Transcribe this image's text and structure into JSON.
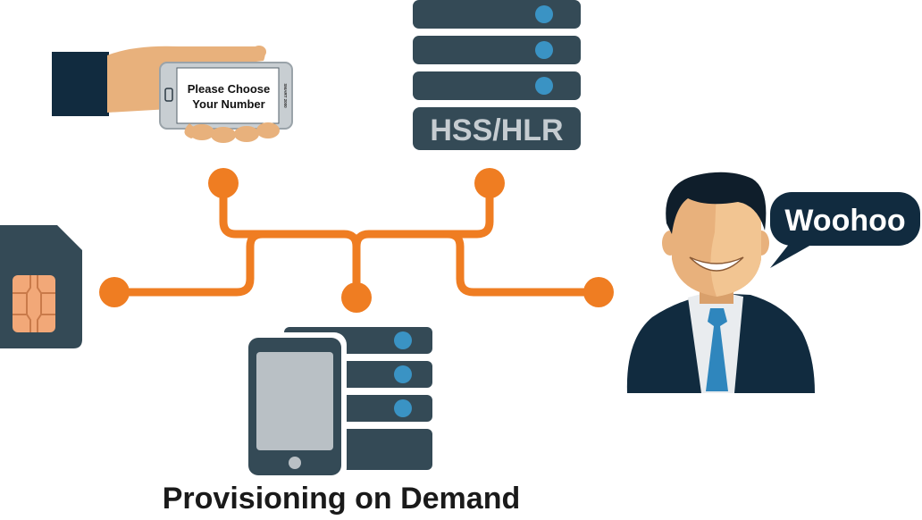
{
  "phone_screen": {
    "line1": "Please Choose",
    "line2": "Your Number",
    "side_label": "SMART 2000"
  },
  "hss": {
    "label": "HSS/HLR"
  },
  "speech_bubble": {
    "text": "Woohoo"
  },
  "caption": "Provisioning on Demand",
  "colors": {
    "network_orange": "#ef7d22",
    "dark_slate": "#344a56",
    "led_blue": "#3a93c4",
    "suit_navy": "#112b3f",
    "tie_blue": "#2f86bd",
    "skin": "#e8b17c",
    "sim_chip": "#f2a878"
  },
  "icons": [
    "hand-phone-icon",
    "server-rack-icon",
    "sim-card-icon",
    "tablet-server-icon",
    "happy-user-icon",
    "speech-bubble-icon"
  ]
}
